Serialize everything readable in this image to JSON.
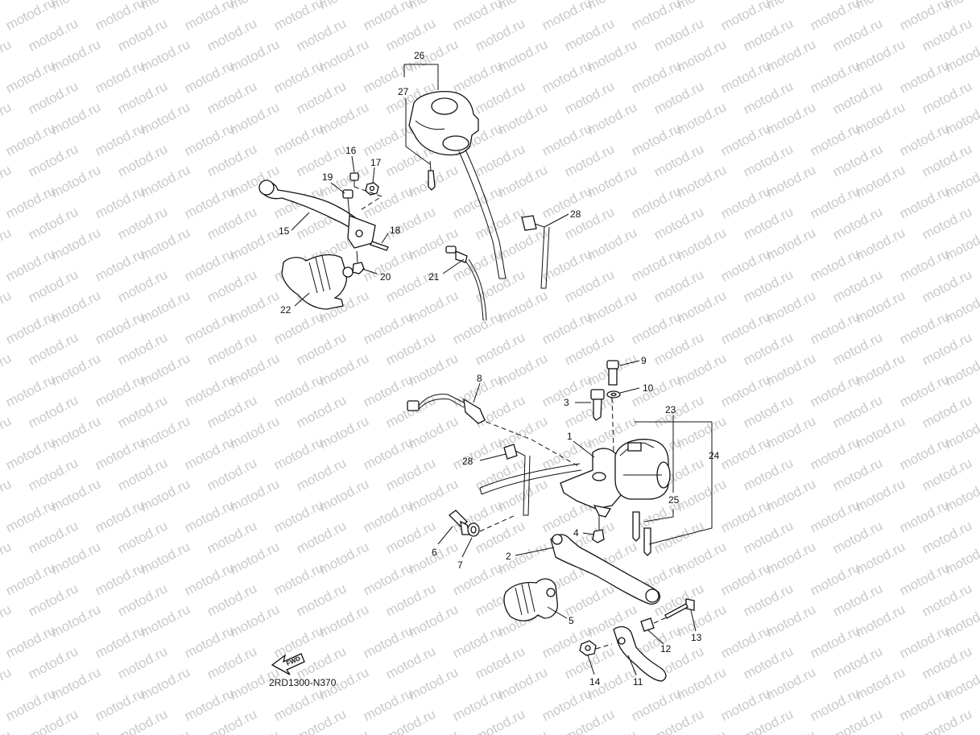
{
  "watermark": {
    "text": "motod.ru",
    "color": "#c9c9c9"
  },
  "diagram_code": "2RD1300-N370",
  "fwd_label": "FWD",
  "callouts": {
    "p1": "1",
    "p2": "2",
    "p3": "3",
    "p4": "4",
    "p5": "5",
    "p6": "6",
    "p7": "7",
    "p8": "8",
    "p9": "9",
    "p10": "10",
    "p11": "11",
    "p12": "12",
    "p13": "13",
    "p14": "14",
    "p15": "15",
    "p16": "16",
    "p17": "17",
    "p18": "18",
    "p19": "19",
    "p20": "20",
    "p21": "21",
    "p22": "22",
    "p23": "23",
    "p24": "24",
    "p25": "25",
    "p26": "26",
    "p27": "27",
    "p28a": "28",
    "p28b": "28"
  }
}
